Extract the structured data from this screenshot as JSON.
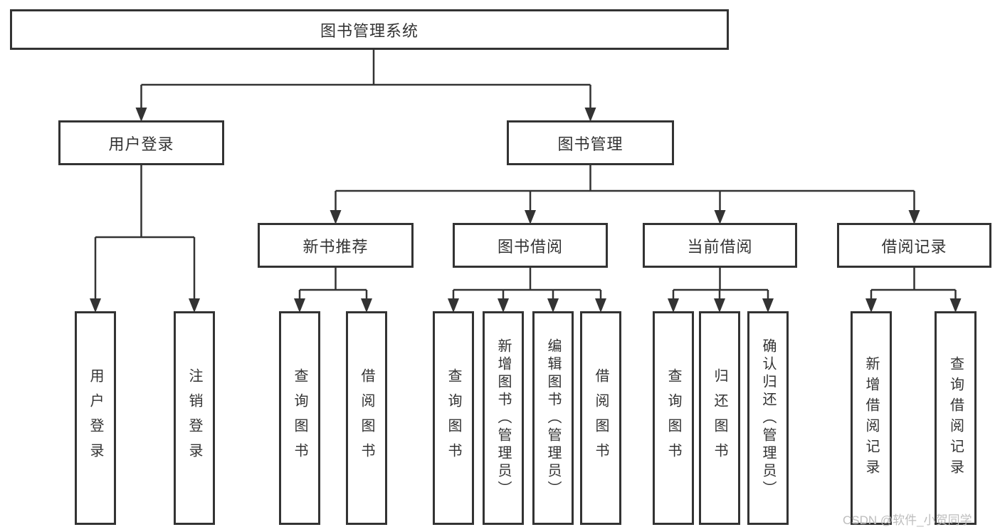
{
  "title": "图书管理系统",
  "colors": {
    "line": "#333333",
    "box_border": "#333333",
    "text": "#333333",
    "background": "#ffffff",
    "watermark": "#bdbdbd"
  },
  "watermark": {
    "text": "CSDN @软件_小贺同学"
  },
  "tree": {
    "id": "system",
    "label": "图书管理系统",
    "children": [
      {
        "id": "user-login",
        "label": "用户登录",
        "children": [
          {
            "id": "leaf-user-login",
            "label": "用户登录"
          },
          {
            "id": "leaf-logout",
            "label": "注销登录"
          }
        ]
      },
      {
        "id": "book-mgmt",
        "label": "图书管理",
        "children": [
          {
            "id": "new-book-rec",
            "label": "新书推荐",
            "children": [
              {
                "id": "leaf-query-book-1",
                "label": "查询图书"
              },
              {
                "id": "leaf-borrow-book-1",
                "label": "借阅图书"
              }
            ]
          },
          {
            "id": "book-borrow",
            "label": "图书借阅",
            "children": [
              {
                "id": "leaf-query-book-2",
                "label": "查询图书"
              },
              {
                "id": "leaf-add-book",
                "label": "新增图书（管理员）"
              },
              {
                "id": "leaf-edit-book",
                "label": "编辑图书（管理员）"
              },
              {
                "id": "leaf-borrow-book-2",
                "label": "借阅图书"
              }
            ]
          },
          {
            "id": "current-borrow",
            "label": "当前借阅",
            "children": [
              {
                "id": "leaf-query-book-3",
                "label": "查询图书"
              },
              {
                "id": "leaf-return-book",
                "label": "归还图书"
              },
              {
                "id": "leaf-confirm-return",
                "label": "确认归还（管理员）"
              }
            ]
          },
          {
            "id": "borrow-records",
            "label": "借阅记录",
            "children": [
              {
                "id": "leaf-add-record",
                "label": "新增借阅记录"
              },
              {
                "id": "leaf-query-record",
                "label": "查询借阅记录"
              }
            ]
          }
        ]
      }
    ]
  }
}
